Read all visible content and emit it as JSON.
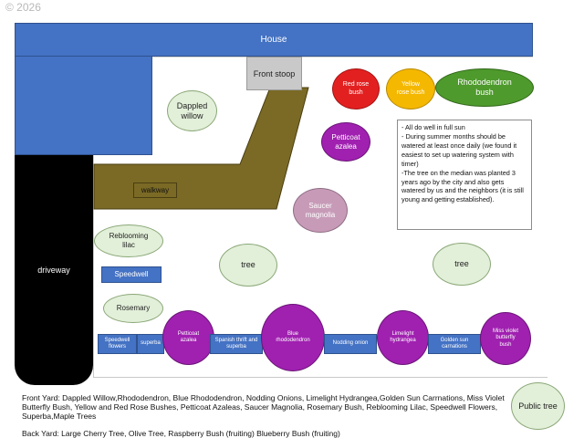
{
  "watermark": "© 2026",
  "house": {
    "label": "House"
  },
  "driveway": {
    "label": "driveway"
  },
  "stoop": {
    "label": "Front stoop"
  },
  "walkway": {
    "label": "walkway"
  },
  "plants": {
    "dappled_willow": "Dappled willow",
    "red_rose": "Red rose bush",
    "yellow_rose": "Yellow rose bush",
    "rhododendron": "Rhododendron bush",
    "petticoat_azalea_top": "Petticoat azalea",
    "saucer_magnolia": "Saucer magnolia",
    "reblooming_lilac": "Reblooming lilac",
    "tree_left": "tree",
    "tree_right": "tree",
    "speedwell_box": "Speedwell",
    "rosemary": "Rosemary",
    "speedwell_flowers": "Speedwell flowers",
    "superba": "superba",
    "petticoat_azalea_bottom": "Petticoat azalea",
    "spanish_thrift": "Spanish thrift and superba",
    "blue_rhododendron": "Blue rhododendron",
    "nodding_onion": "Nodding onion",
    "limelight_hydrangea": "Limelight hydrangea",
    "golden_sun": "Golden sun carnations",
    "miss_violet": "Miss violet butterfly bush",
    "public_tree": "Public tree"
  },
  "notes": [
    "- All do well in full sun",
    "- During summer months should be watered at least once daily (we found it easiest to set up watering system with timer)",
    "-The tree on the median was planted 3 years ago by the city and also gets watered by us and the neighbors (it is still young and getting established)."
  ],
  "legend": {
    "front_yard": "Front Yard: Dappled Willow,Rhododendron, Blue Rhododendron, Nodding Onions, Limelight Hydrangea,Golden Sun Carrnations, Miss Violet Butterfly Bush, Yellow and Red Rose Bushes, Petticoat Azaleas, Saucer Magnolia, Rosemary Bush, Reblooming Lilac, Speedwell Flowers, Superba,Maple Trees",
    "back_yard": "Back Yard: Large Cherry Tree, Olive Tree, Raspberry Bush (fruiting) Blueberry Bush (fruiting)"
  },
  "colors": {
    "house": "#4472c4",
    "walkway": "#7a6a25",
    "purple_plant": "#a020b0",
    "green_plant": "#e2efd9"
  }
}
